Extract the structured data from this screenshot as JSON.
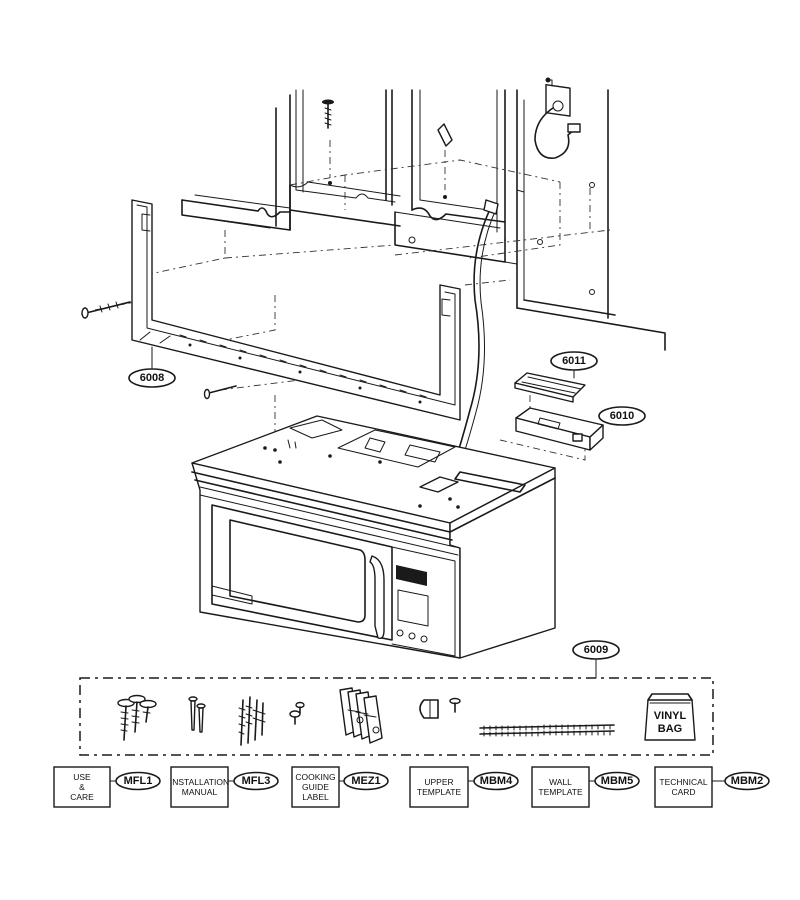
{
  "callouts": {
    "c6008": "6008",
    "c6009": "6009",
    "c6010": "6010",
    "c6011": "6011"
  },
  "vinyl_bag": [
    "VINYL",
    "BAG"
  ],
  "documents": [
    {
      "lines": [
        "USE",
        "&",
        "CARE"
      ],
      "code": "MFL1"
    },
    {
      "lines": [
        "INSTALLATION",
        "MANUAL"
      ],
      "code": "MFL3"
    },
    {
      "lines": [
        "COOKING",
        "GUIDE",
        "LABEL"
      ],
      "code": "MEZ1"
    },
    {
      "lines": [
        "UPPER",
        "TEMPLATE"
      ],
      "code": "MBM4"
    },
    {
      "lines": [
        "WALL",
        "TEMPLATE"
      ],
      "code": "MBM5"
    },
    {
      "lines": [
        "TECHNICAL",
        "CARD"
      ],
      "code": "MBM2"
    }
  ]
}
